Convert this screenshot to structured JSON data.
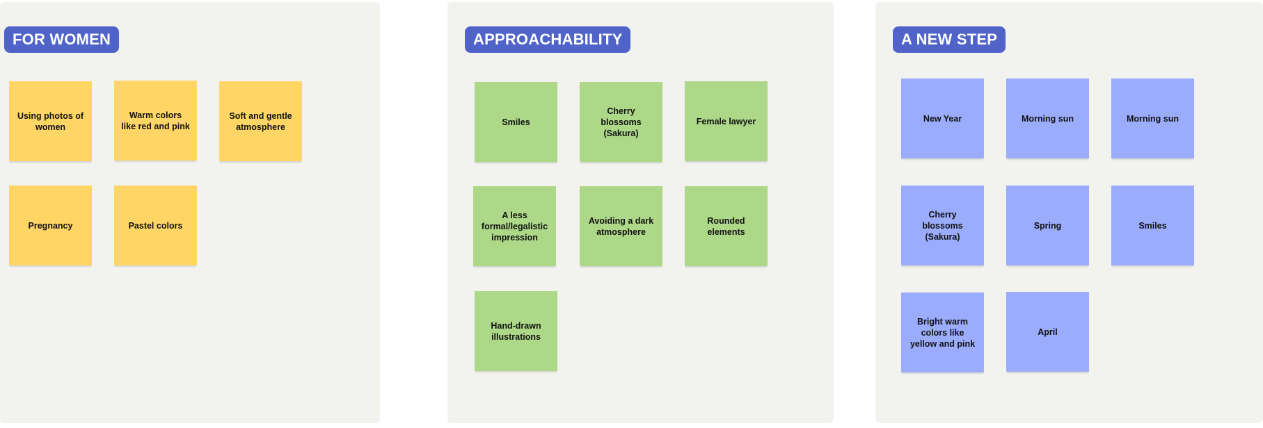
{
  "colors": {
    "frame_bg": "#f2f2ef",
    "title_bg": "#4f63c8",
    "yellow_note": "#ffd566",
    "green_note": "#acd888",
    "blue_note": "#9aacfb"
  },
  "frames": [
    {
      "title": "FOR WOMEN",
      "notes": [
        "Using photos of women",
        "Warm colors like red and pink",
        "Soft and gentle atmosphere",
        "Pregnancy",
        "Pastel colors"
      ]
    },
    {
      "title": "APPROACHABILITY",
      "notes": [
        "Smiles",
        "Cherry blossoms (Sakura)",
        "Female lawyer",
        "A less formal/legalistic impression",
        "Avoiding a dark atmosphere",
        "Rounded elements",
        "Hand-drawn illustrations"
      ]
    },
    {
      "title": "A NEW STEP",
      "notes": [
        "New Year",
        "Morning sun",
        "Morning sun",
        "Cherry blossoms (Sakura)",
        "Spring",
        "Smiles",
        "Bright warm colors like yellow and pink",
        "April"
      ]
    }
  ]
}
